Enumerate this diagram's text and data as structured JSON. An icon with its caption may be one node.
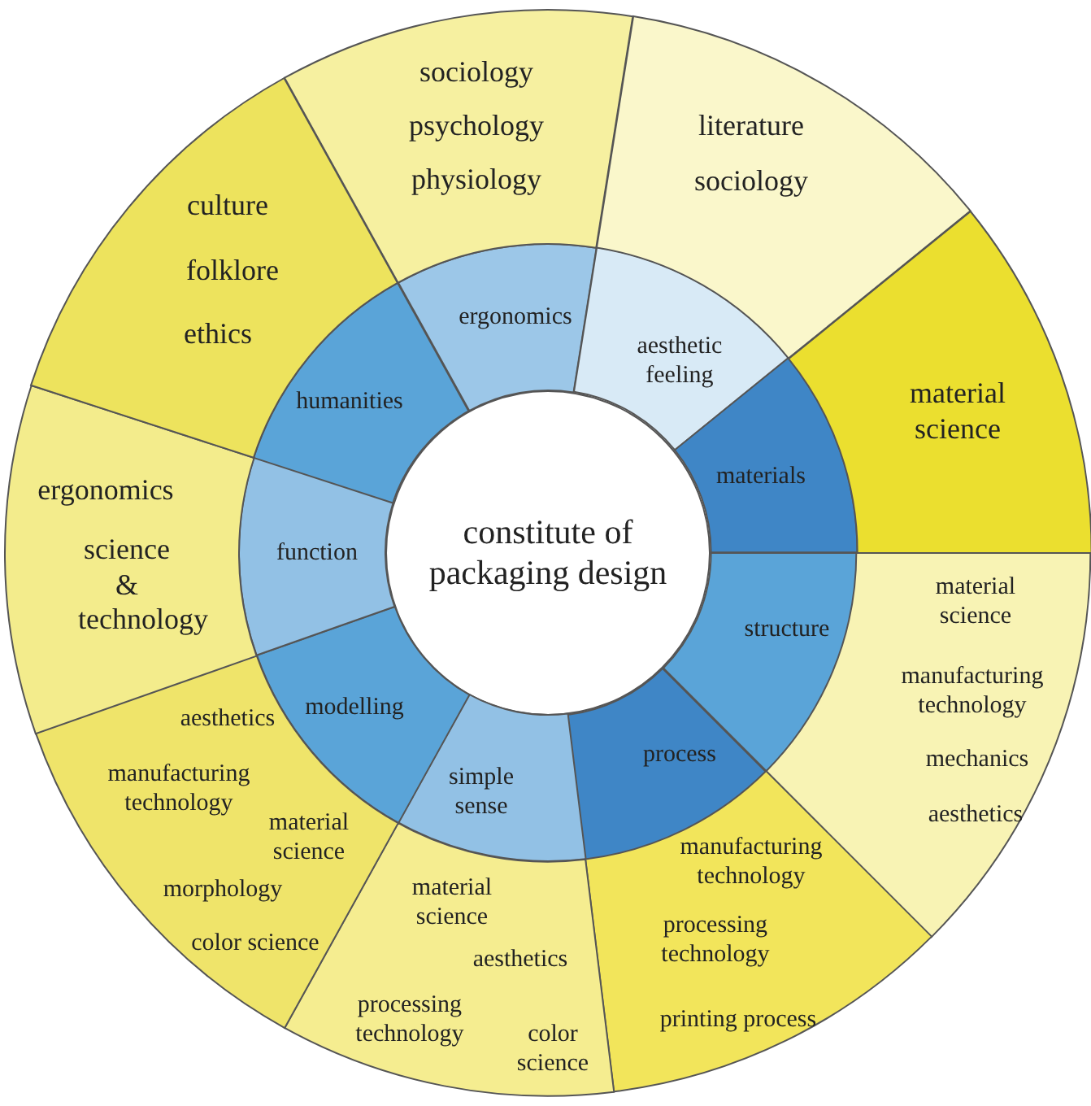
{
  "diagram": {
    "nodes": [
      {
        "text": [
          "constitute of packaging design"
        ]
      },
      {
        "text": [
          "ergonomics"
        ]
      },
      {
        "text": [
          "aesthetic feeling"
        ]
      },
      {
        "text": [
          "materials"
        ]
      },
      {
        "text": [
          "structure"
        ]
      },
      {
        "text": [
          "process"
        ]
      },
      {
        "text": [
          "simple sense"
        ]
      },
      {
        "text": [
          "modelling"
        ]
      },
      {
        "text": [
          "function"
        ]
      },
      {
        "text": [
          "humanities"
        ]
      },
      {
        "text": [
          "sociology",
          "psychology",
          "physiology"
        ]
      },
      {
        "text": [
          "literature",
          "sociology"
        ]
      },
      {
        "text": [
          "material science"
        ]
      },
      {
        "text": [
          "material science",
          "manufacturing technology",
          "mechanics",
          "aesthetics"
        ]
      },
      {
        "text": [
          "manufacturing technology",
          "processing technology",
          "printing process"
        ]
      },
      {
        "text": [
          "material science",
          "aesthetics",
          "processing technology",
          "color science"
        ]
      },
      {
        "text": [
          "aesthetics",
          "manufacturing technology",
          "material science",
          "morphology",
          "color science"
        ]
      },
      {
        "text": [
          "ergonomics",
          "science & technology"
        ]
      },
      {
        "text": [
          "culture",
          "folklore",
          "ethics"
        ]
      }
    ]
  }
}
